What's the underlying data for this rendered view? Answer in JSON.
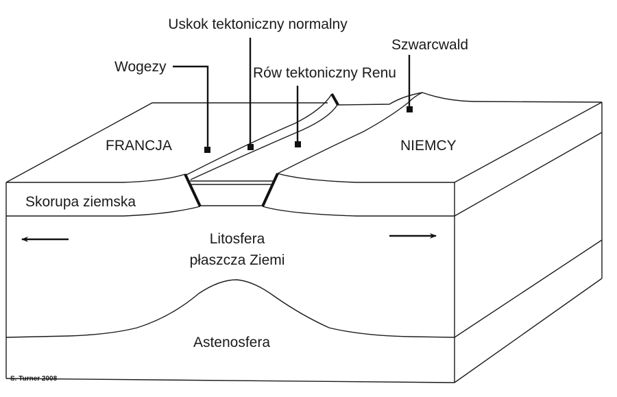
{
  "title": "Rów tektoniczny Renu – przekrój",
  "labels": {
    "normal_fault": "Uskok tektoniczny normalny",
    "vosges": "Wogezy",
    "rhine_graben": "Rów tektoniczny Renu",
    "black_forest": "Szwarcwald",
    "france": "FRANCJA",
    "germany": "NIEMCY",
    "crust": "Skorupa ziemska",
    "mantle_lithosphere_line1": "Litosfera",
    "mantle_lithosphere_line2": "płaszcza Ziemi",
    "asthenosphere": "Astenosfera",
    "credit": "S. Turner 2008"
  },
  "arrows": {
    "left": "extension-left",
    "right": "extension-right"
  },
  "colors": {
    "line": "#1a1a1a",
    "background": "#ffffff"
  }
}
